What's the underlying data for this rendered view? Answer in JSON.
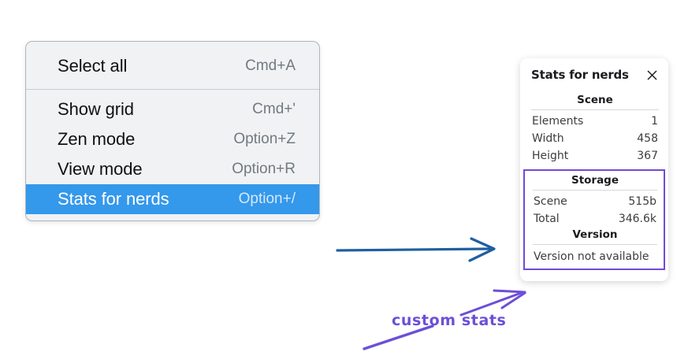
{
  "menu": {
    "groups": [
      {
        "items": [
          {
            "label": "Select all",
            "shortcut": "Cmd+A",
            "selected": false
          }
        ]
      },
      {
        "items": [
          {
            "label": "Show grid",
            "shortcut": "Cmd+'",
            "selected": false
          },
          {
            "label": "Zen mode",
            "shortcut": "Option+Z",
            "selected": false
          },
          {
            "label": "View mode",
            "shortcut": "Option+R",
            "selected": false
          },
          {
            "label": "Stats for nerds",
            "shortcut": "Option+/",
            "selected": true
          }
        ]
      }
    ],
    "item_0_0_label": "Select all",
    "item_0_0_shortcut": "Cmd+A",
    "item_1_0_label": "Show grid",
    "item_1_0_shortcut": "Cmd+'",
    "item_1_1_label": "Zen mode",
    "item_1_1_shortcut": "Option+Z",
    "item_1_2_label": "View mode",
    "item_1_2_shortcut": "Option+R",
    "item_1_3_label": "Stats for nerds",
    "item_1_3_shortcut": "Option+/"
  },
  "stats_panel": {
    "title": "Stats for nerds",
    "close_icon": "close-icon",
    "scene": {
      "heading": "Scene",
      "rows": [
        {
          "key": "Elements",
          "value": "1"
        },
        {
          "key": "Width",
          "value": "458"
        },
        {
          "key": "Height",
          "value": "367"
        }
      ],
      "row_0_key": "Elements",
      "row_0_value": "1",
      "row_1_key": "Width",
      "row_1_value": "458",
      "row_2_key": "Height",
      "row_2_value": "367"
    },
    "storage": {
      "heading": "Storage",
      "rows": [
        {
          "key": "Scene",
          "value": "515b"
        },
        {
          "key": "Total",
          "value": "346.6k"
        }
      ],
      "row_0_key": "Scene",
      "row_0_value": "515b",
      "row_1_key": "Total",
      "row_1_value": "346.6k"
    },
    "version": {
      "heading": "Version",
      "note": "Version not available"
    }
  },
  "annotations": {
    "handwritten_label": "custom stats",
    "blue_arrow_name": "blue-arrow",
    "purple_arrow_name": "purple-arrow",
    "purple_underline_name": "purple-underline-stroke"
  },
  "colors": {
    "menu_background": "#f0f2f4",
    "menu_border": "#aeb6bd",
    "menu_selected": "#3498eb",
    "panel_background": "#ffffff",
    "highlight_purple": "#7249d6",
    "annotation_purple": "#6c4fd8",
    "annotation_blue": "#1f5fa0",
    "page_background": "#ffffff"
  }
}
